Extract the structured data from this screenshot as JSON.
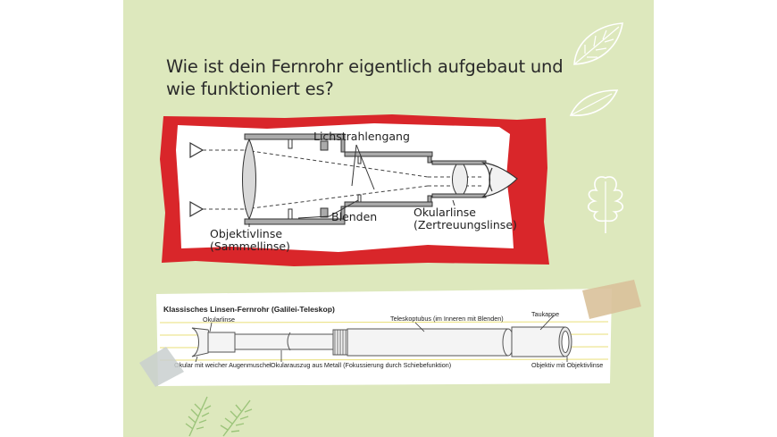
{
  "question": {
    "line1": "Wie ist dein Fernrohr eigentlich aufgebaut und",
    "line2": "wie funktioniert es?"
  },
  "diagram1": {
    "lichtstrahlengang": "Lichstrahlengang",
    "blenden": "Blenden",
    "objektivlinse_1": "Objektivlinse",
    "objektivlinse_2": "(Sammellinse)",
    "okularlinse_1": "Okularlinse",
    "okularlinse_2": "(Zertreuungslinse)"
  },
  "diagram2": {
    "title": "Klassisches Linsen-Fernrohr (Galilei-Teleskop)",
    "okularlinse": "Okularlinse",
    "teleskoptubus": "Teleskoptubus (im Inneren mit Blenden)",
    "taukappe": "Taukappe",
    "okular": "Okular mit weicher Augenmuschel",
    "okularauszug": "Okularauszug aus Metall (Fokussierung durch Schiebefunktion)",
    "objektiv": "Objektiv mit Objektivlinse"
  },
  "colors": {
    "page_background": "#dde8bd",
    "red_frame": "#d9262a",
    "leaf_outline": "#ffffff",
    "card_lines": "#e9df79"
  },
  "decorations": [
    "leaf-icon",
    "oak-leaf-icon",
    "fern-icon",
    "masking-tape",
    "clear-tape"
  ]
}
